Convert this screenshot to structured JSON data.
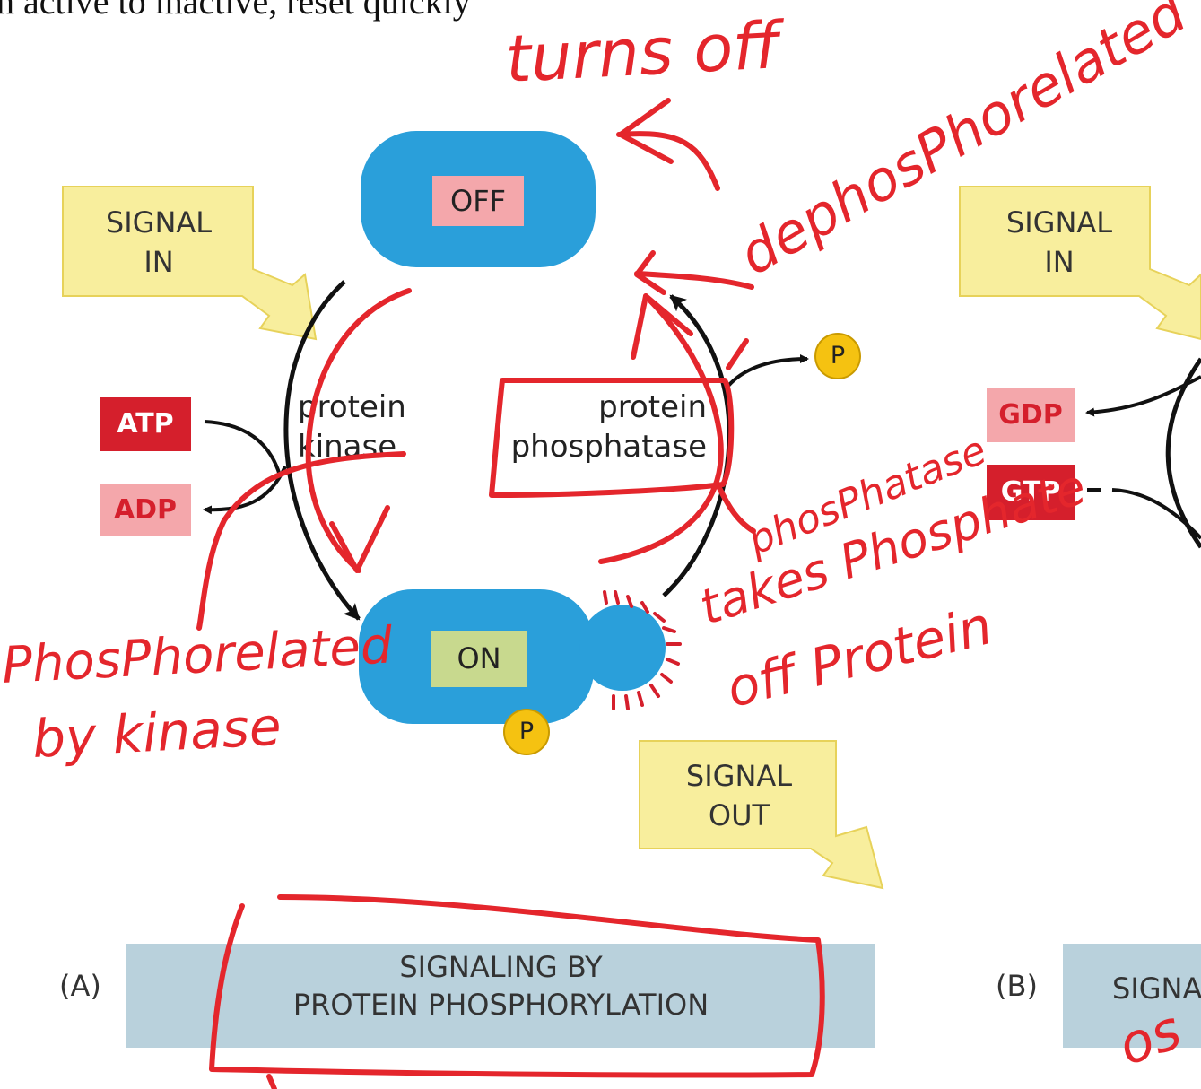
{
  "header_fragment": "n active to inactive, reset quickly",
  "diagram": {
    "off_label": "OFF",
    "on_label": "ON",
    "signal_in_a": [
      "SIGNAL",
      "IN"
    ],
    "signal_in_b": [
      "SIGNAL",
      "IN"
    ],
    "signal_out": [
      "SIGNAL",
      "OUT"
    ],
    "kinase_label": [
      "protein",
      "kinase"
    ],
    "phosphatase_label": [
      "protein",
      "phosphatase"
    ],
    "atp": "ATP",
    "adp": "ADP",
    "gdp": "GDP",
    "gtp": "GTP",
    "phosphate": "P",
    "panel_a_letter": "(A)",
    "panel_a_title": [
      "SIGNALING BY",
      "PROTEIN PHOSPHORYLATION"
    ],
    "panel_b_letter": "(B)",
    "panel_b_title": "SIGNA"
  },
  "annotations": {
    "turns_off": "turns off",
    "dephosphorelated": "dephosPhorelated",
    "phosphatase_note": [
      "phosPhatase",
      "takes Phosphate",
      "off Protein"
    ],
    "phosphorelated": [
      "PhosPhorelated",
      "by kinase"
    ],
    "bottom_right": "os"
  },
  "colors": {
    "pill_blue": "#2a9fda",
    "off_box": "#f4a7ab",
    "on_box": "#c8d98e",
    "atp_red": "#d51f2c",
    "adp_pink": "#f4a7ab",
    "signal_yellow": "#f8ee9d",
    "phosphate_yellow": "#f5c211",
    "caption_blue": "#b9d1dc",
    "ink_red": "#e4262c"
  }
}
